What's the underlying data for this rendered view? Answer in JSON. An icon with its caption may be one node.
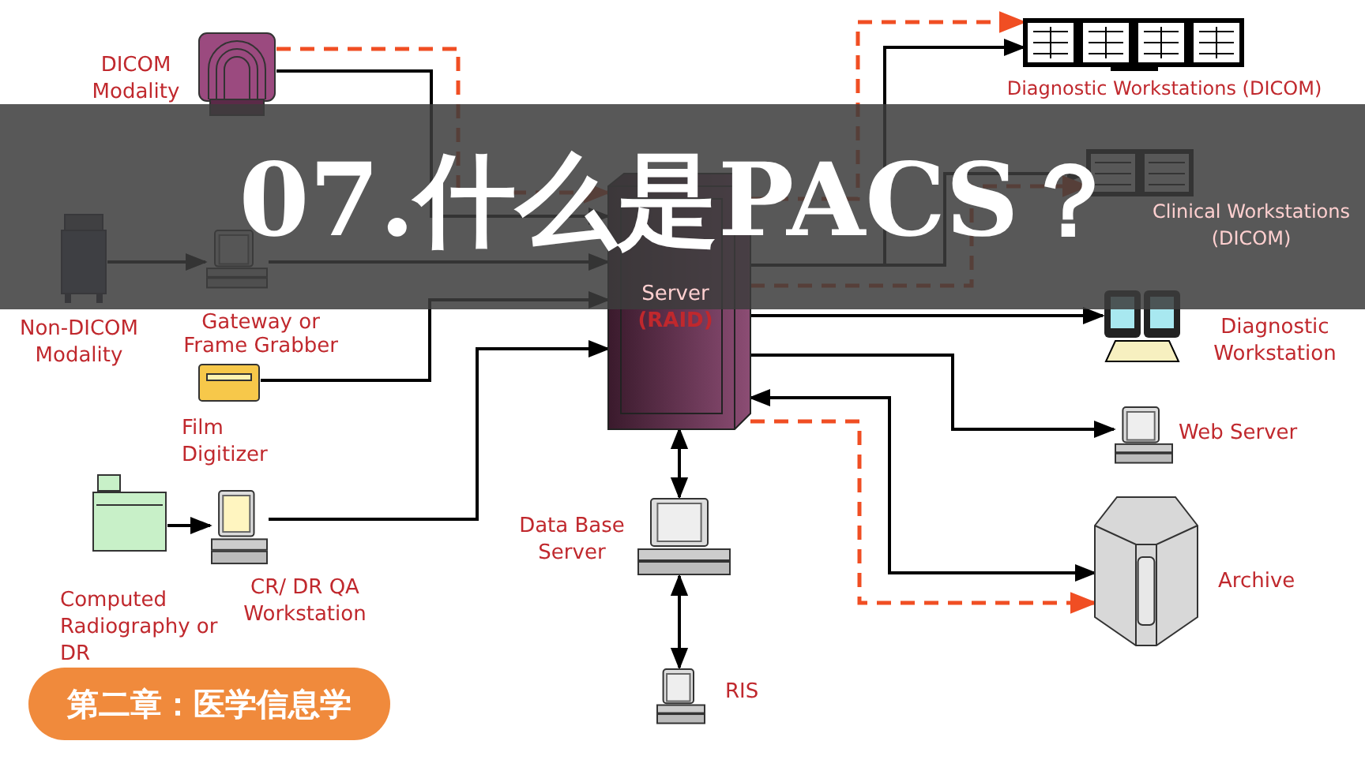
{
  "diagram": {
    "title": "07.什么是PACS？",
    "nodes": [
      {
        "text": [
          "DICOM Modality"
        ]
      },
      {
        "text": [
          "Non-DICOM Modality"
        ]
      },
      {
        "text": [
          "Gateway or Frame Grabber"
        ]
      },
      {
        "text": [
          "Film Digitizer"
        ]
      },
      {
        "text": [
          "Computed Radiography or DR"
        ]
      },
      {
        "text": [
          "CR/ DR QA Workstation"
        ]
      },
      {
        "text": [
          "Server",
          "(RAID)"
        ]
      },
      {
        "text": [
          "Diagnostic Workstations (DICOM)"
        ]
      },
      {
        "text": [
          "Clinical Workstations (DICOM)"
        ]
      },
      {
        "text": [
          "Diagnostic Workstation"
        ]
      },
      {
        "text": [
          "Web Server"
        ]
      },
      {
        "text": [
          "Archive"
        ]
      },
      {
        "text": [
          "Data Base Server"
        ]
      },
      {
        "text": [
          "RIS"
        ]
      }
    ],
    "edges": [
      {
        "from": 0,
        "to": 6,
        "arrow": "to"
      },
      {
        "from": 0,
        "to": 6,
        "arrow": "to",
        "style": "dashed",
        "color": "#f04e23"
      },
      {
        "from": 1,
        "to": 2,
        "arrow": "to"
      },
      {
        "from": 2,
        "to": 6,
        "arrow": "to"
      },
      {
        "from": 3,
        "to": 6,
        "arrow": "to"
      },
      {
        "from": 4,
        "to": 5,
        "arrow": "to"
      },
      {
        "from": 5,
        "to": 6,
        "arrow": "to"
      },
      {
        "from": 6,
        "to": 7,
        "arrow": "to"
      },
      {
        "from": 6,
        "to": 8,
        "arrow": "to"
      },
      {
        "from": 6,
        "to": 7,
        "arrow": "to",
        "style": "dashed",
        "color": "#f04e23"
      },
      {
        "from": 6,
        "to": 8,
        "arrow": "to",
        "style": "dashed",
        "color": "#f04e23"
      },
      {
        "from": 6,
        "to": 9,
        "arrow": "to"
      },
      {
        "from": 6,
        "to": 10,
        "arrow": "to"
      },
      {
        "from": 11,
        "to": 6,
        "arrow": "both"
      },
      {
        "from": 6,
        "to": 11,
        "arrow": "to",
        "style": "dashed",
        "color": "#f04e23"
      },
      {
        "from": 6,
        "to": 12,
        "arrow": "both"
      },
      {
        "from": 12,
        "to": 13,
        "arrow": "both"
      }
    ],
    "labels": [
      "第二章：医学信息学"
    ]
  }
}
